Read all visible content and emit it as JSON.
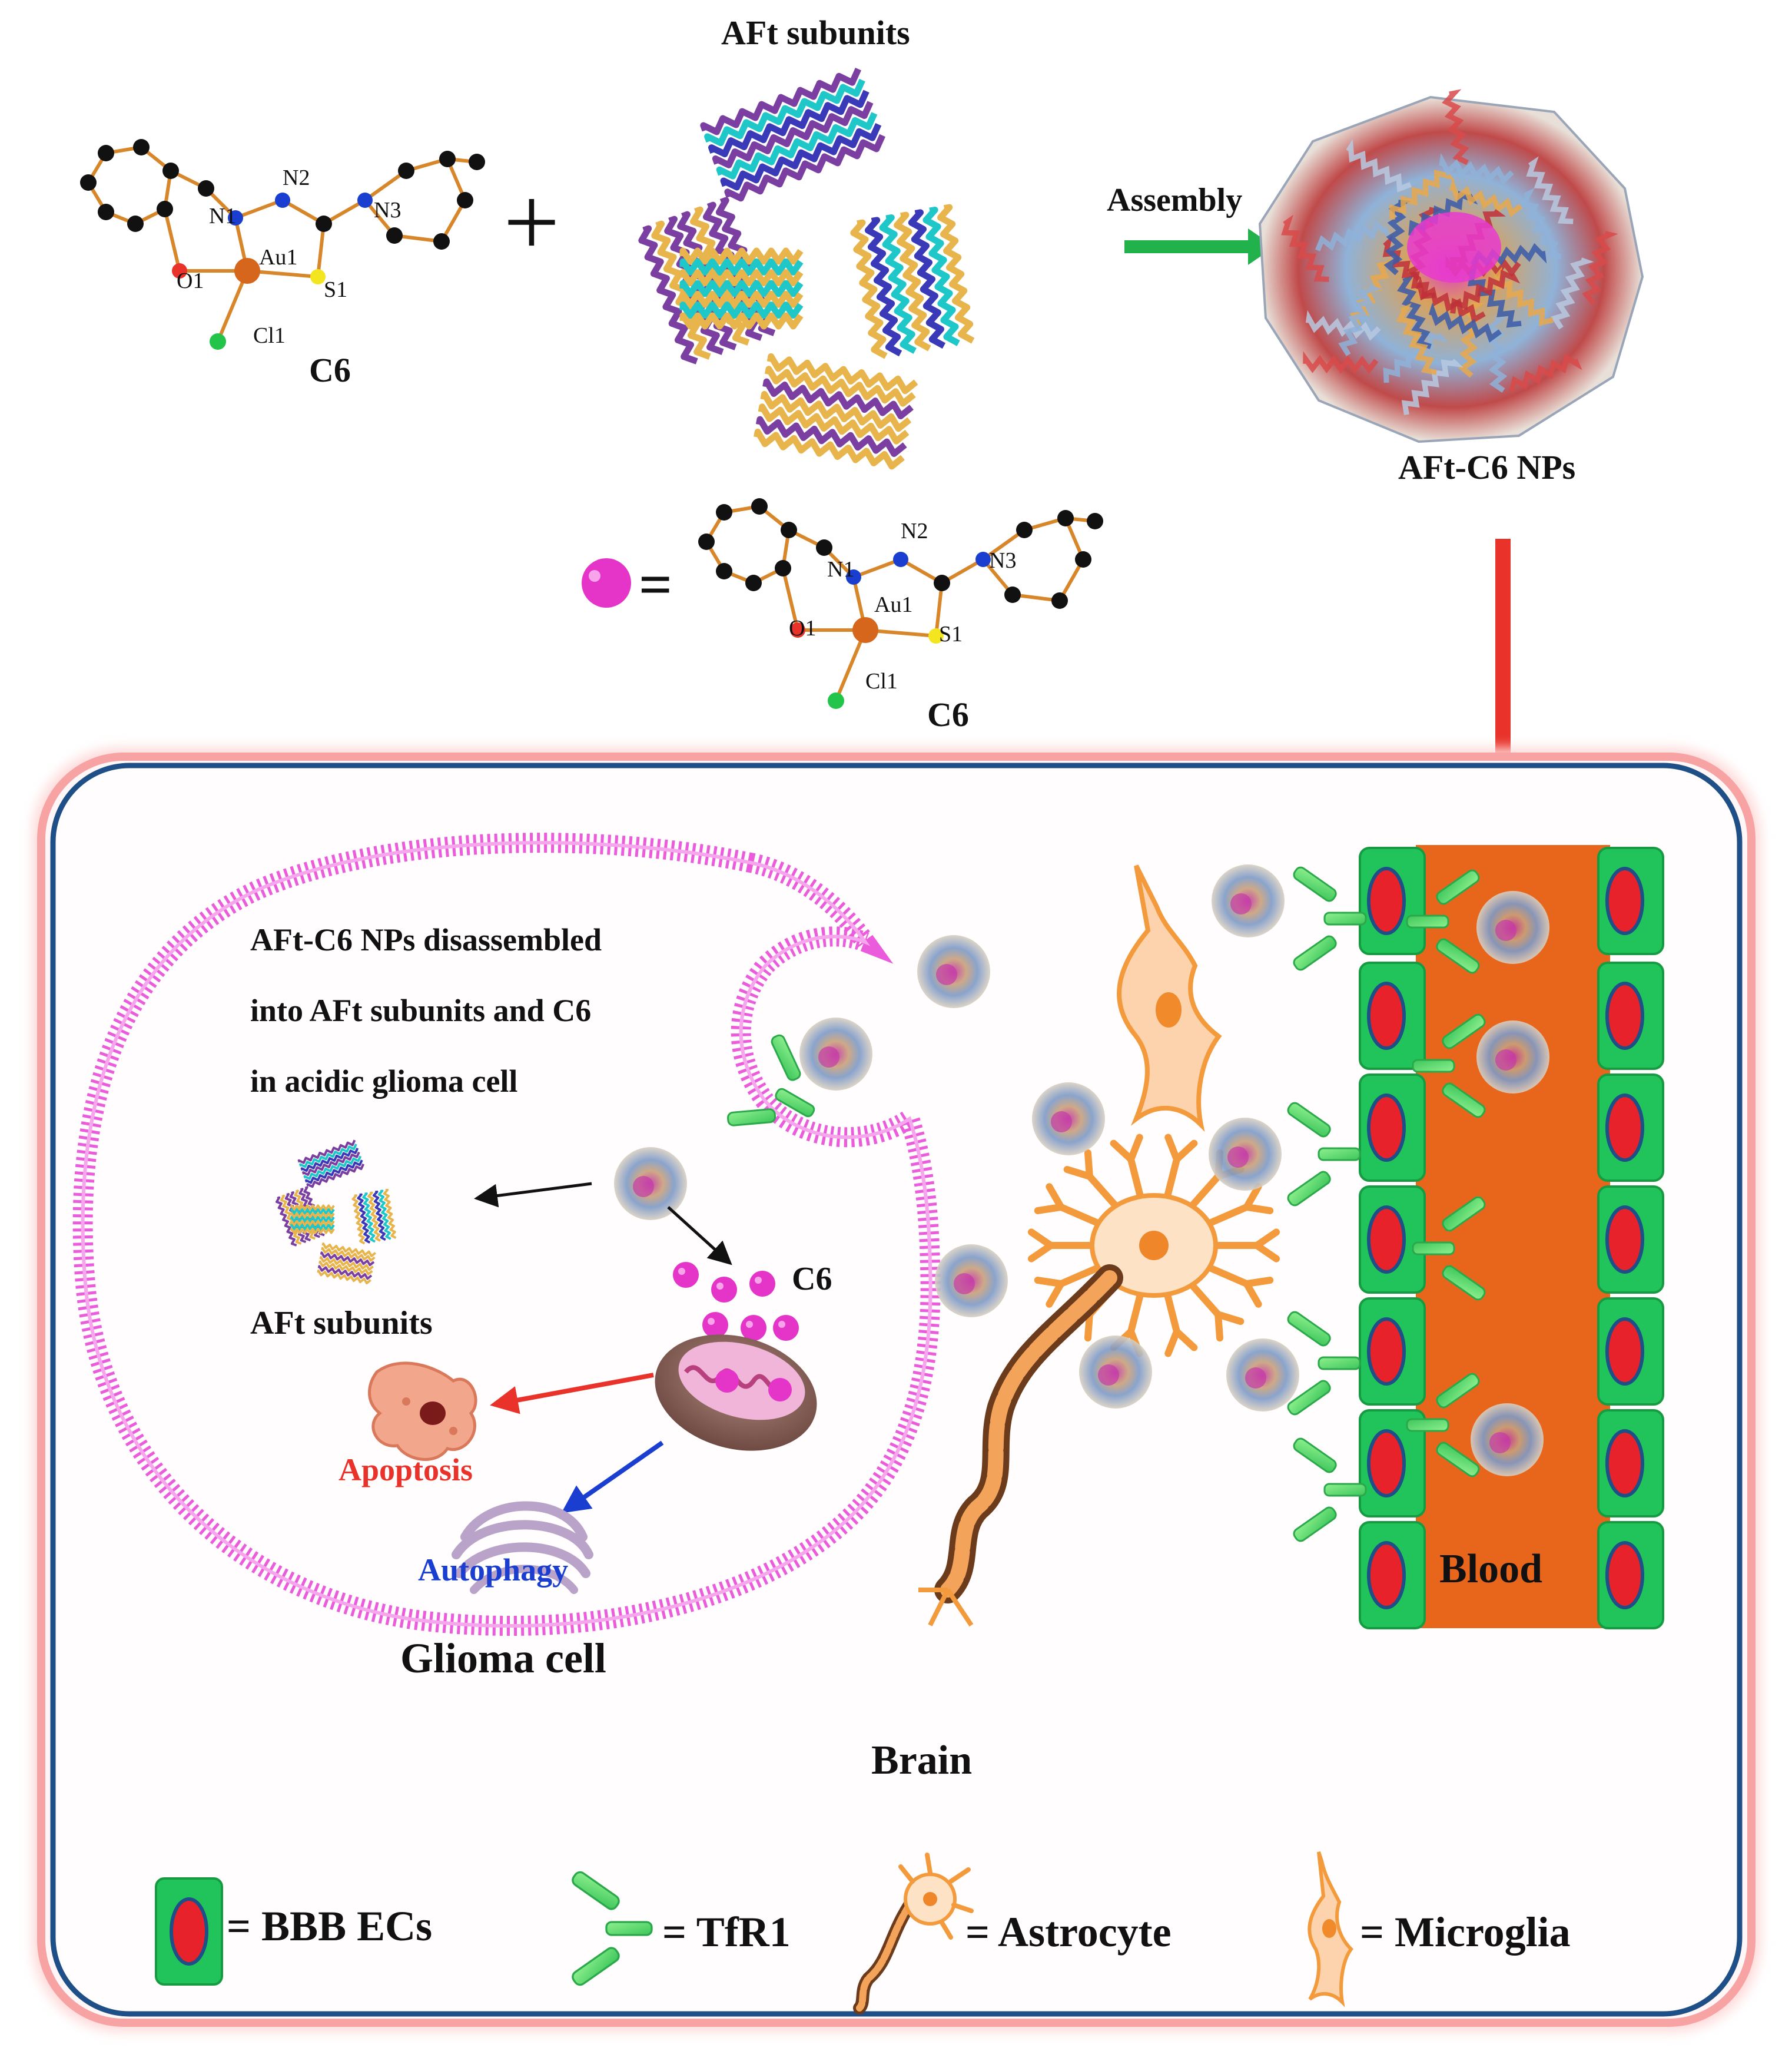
{
  "top": {
    "subunits_title": "AFt subunits",
    "assembly_label": "Assembly",
    "nps_label": "AFt-C6 NPs",
    "plus_symbol": "+",
    "equals_symbol": "="
  },
  "molecule": {
    "name": "C6",
    "atoms": {
      "n1": "N1",
      "n2": "N2",
      "n3": "N3",
      "o1": "O1",
      "au1": "Au1",
      "s1": "S1",
      "cl1": "Cl1"
    }
  },
  "glioma": {
    "description_line1": "AFt-C6 NPs disassembled",
    "description_line2": "into AFt subunits and C6",
    "description_line3": "in acidic glioma cell",
    "subunits_label": "AFt subunits",
    "c6_label": "C6",
    "apoptosis_label": "Apoptosis",
    "autophagy_label": "Autophagy",
    "cell_label": "Glioma cell"
  },
  "blood_label": "Blood",
  "brain_label": "Brain",
  "legend": {
    "bbb": "= BBB ECs",
    "tfr1": "= TfR1",
    "astrocyte": "= Astrocyte",
    "microglia": "= Microglia"
  },
  "colors": {
    "ec_green": "#21c45a",
    "nucleus_red": "#e8222a",
    "blood_orange": "#e8661b",
    "membrane_pink": "#e83fd6",
    "c6_magenta": "#e535c9",
    "tfr1_green": "#5ad66a",
    "glia_orange": "#f39a3c",
    "border_blue": "#1e4f86",
    "arrow_red": "#e8322a",
    "arrow_blue": "#1a3fd0",
    "arrow_green": "#22b24c"
  }
}
